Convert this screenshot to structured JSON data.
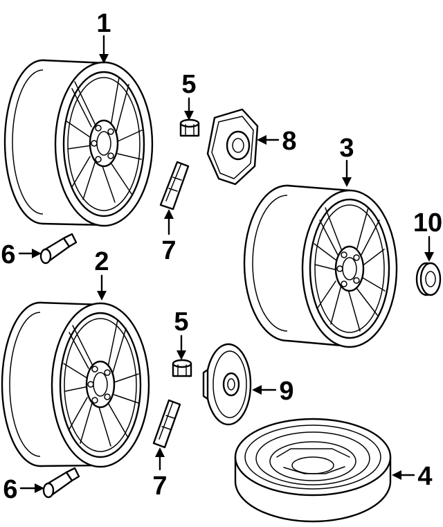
{
  "callouts": [
    {
      "id": "c1",
      "label": "1",
      "part": "wheel"
    },
    {
      "id": "c2",
      "label": "2",
      "part": "wheel"
    },
    {
      "id": "c3",
      "label": "3",
      "part": "wheel"
    },
    {
      "id": "c4",
      "label": "4",
      "part": "spare-wheel"
    },
    {
      "id": "c5a",
      "label": "5",
      "part": "lug-nut"
    },
    {
      "id": "c5b",
      "label": "5",
      "part": "lug-nut"
    },
    {
      "id": "c6a",
      "label": "6",
      "part": "valve-stem"
    },
    {
      "id": "c6b",
      "label": "6",
      "part": "valve-stem"
    },
    {
      "id": "c7a",
      "label": "7",
      "part": "wheel-weight"
    },
    {
      "id": "c7b",
      "label": "7",
      "part": "wheel-weight"
    },
    {
      "id": "c8",
      "label": "8",
      "part": "center-cap"
    },
    {
      "id": "c9",
      "label": "9",
      "part": "center-cap"
    },
    {
      "id": "c10",
      "label": "10",
      "part": "center-cap"
    }
  ],
  "colors": {
    "line": "#000000",
    "background": "#ffffff"
  }
}
